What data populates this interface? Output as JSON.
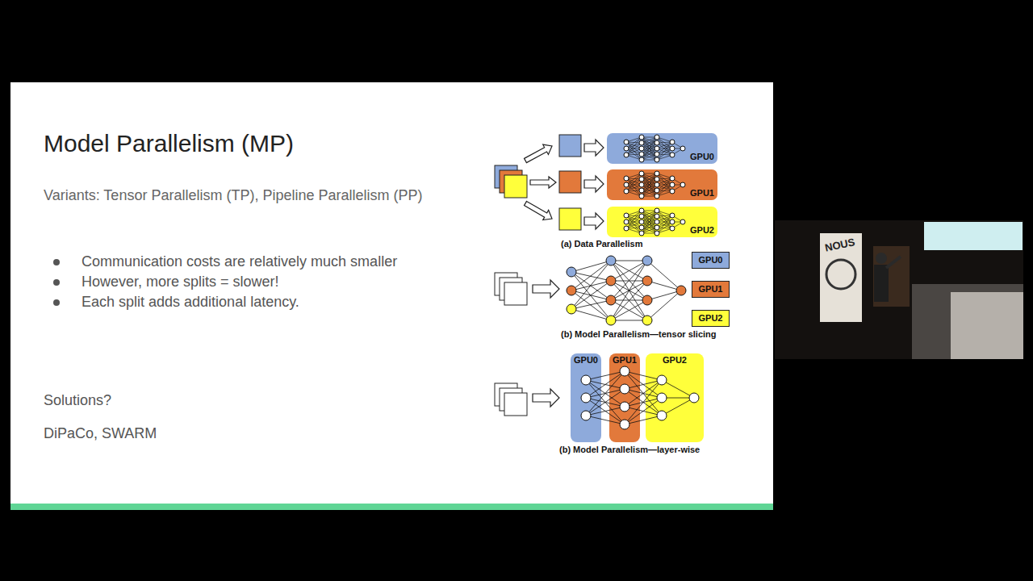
{
  "diagram": {
    "title": "Model Parallelism (MP)",
    "nodes": [
      {
        "text": [
          "GPU0"
        ]
      },
      {
        "text": [
          "GPU1"
        ]
      },
      {
        "text": [
          "GPU2"
        ]
      },
      {
        "text": [
          "GPU0"
        ]
      },
      {
        "text": [
          "GPU1"
        ]
      },
      {
        "text": [
          "GPU2"
        ]
      },
      {
        "text": [
          "GPU0"
        ]
      },
      {
        "text": [
          "GPU1"
        ]
      },
      {
        "text": [
          "GPU2"
        ]
      }
    ],
    "labels": [
      "Variants: Tensor Parallelism (TP), Pipeline Parallelism (PP)",
      "Communication costs are relatively much smaller",
      "However, more splits = slower!",
      "Each split adds additional latency.",
      "Solutions?",
      "DiPaCo, SWARM",
      "(a) Data Parallelism",
      "(b) Model Parallelism—tensor slicing",
      "(b) Model Parallelism—layer-wise",
      "NOUS"
    ]
  }
}
